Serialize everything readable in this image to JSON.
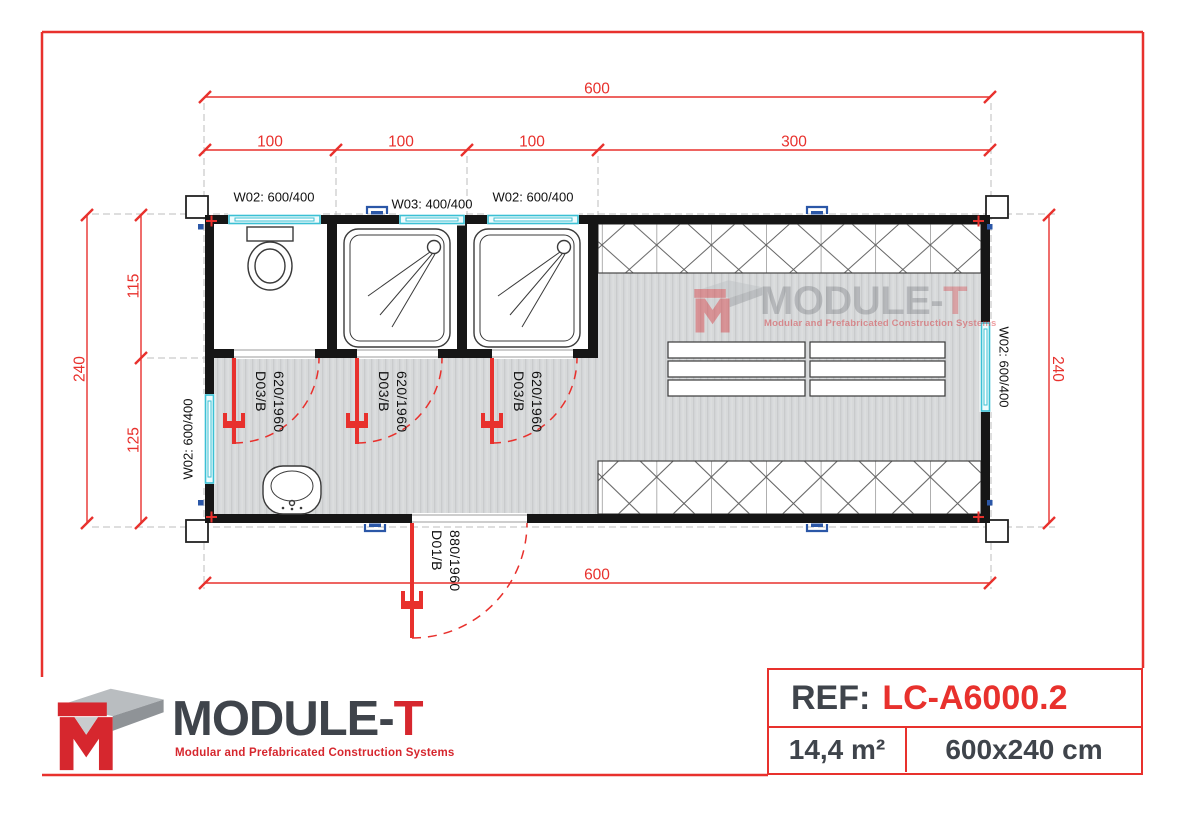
{
  "colors": {
    "red": "#e8312d",
    "logo_red": "#d6272e",
    "dark_gray": "#3f444b",
    "cyan_window": "#3bc0d4",
    "blue_marker": "#2b57a7",
    "wall_black": "#161616"
  },
  "dimensions": {
    "top_total": "600",
    "seg1": "100",
    "seg2": "100",
    "seg3": "100",
    "seg4": "300",
    "bottom_total": "600",
    "left_total": "240",
    "left_upper": "115",
    "left_lower": "125",
    "right_total": "240"
  },
  "windows": {
    "top_left": "W02: 600/400",
    "top_middle": "W03: 400/400",
    "top_right": "W02: 600/400",
    "left": "W02: 600/400",
    "right": "W02: 600/400"
  },
  "doors": {
    "d03_code": "D03/B",
    "d03_size": "620/1960",
    "d01_code": "D01/B",
    "d01_size": "880/1960"
  },
  "watermark": {
    "brand_main": "MODULE-",
    "brand_t": "T",
    "tagline": "Modular and Prefabricated Construction Systems"
  },
  "footer": {
    "brand_main": "MODULE-",
    "brand_t": "T",
    "tagline": "Modular and Prefabricated Construction Systems"
  },
  "ref_box": {
    "label": "REF:",
    "value": "LC-A6000.2",
    "area": "14,4 m²",
    "size": "600x240 cm"
  }
}
